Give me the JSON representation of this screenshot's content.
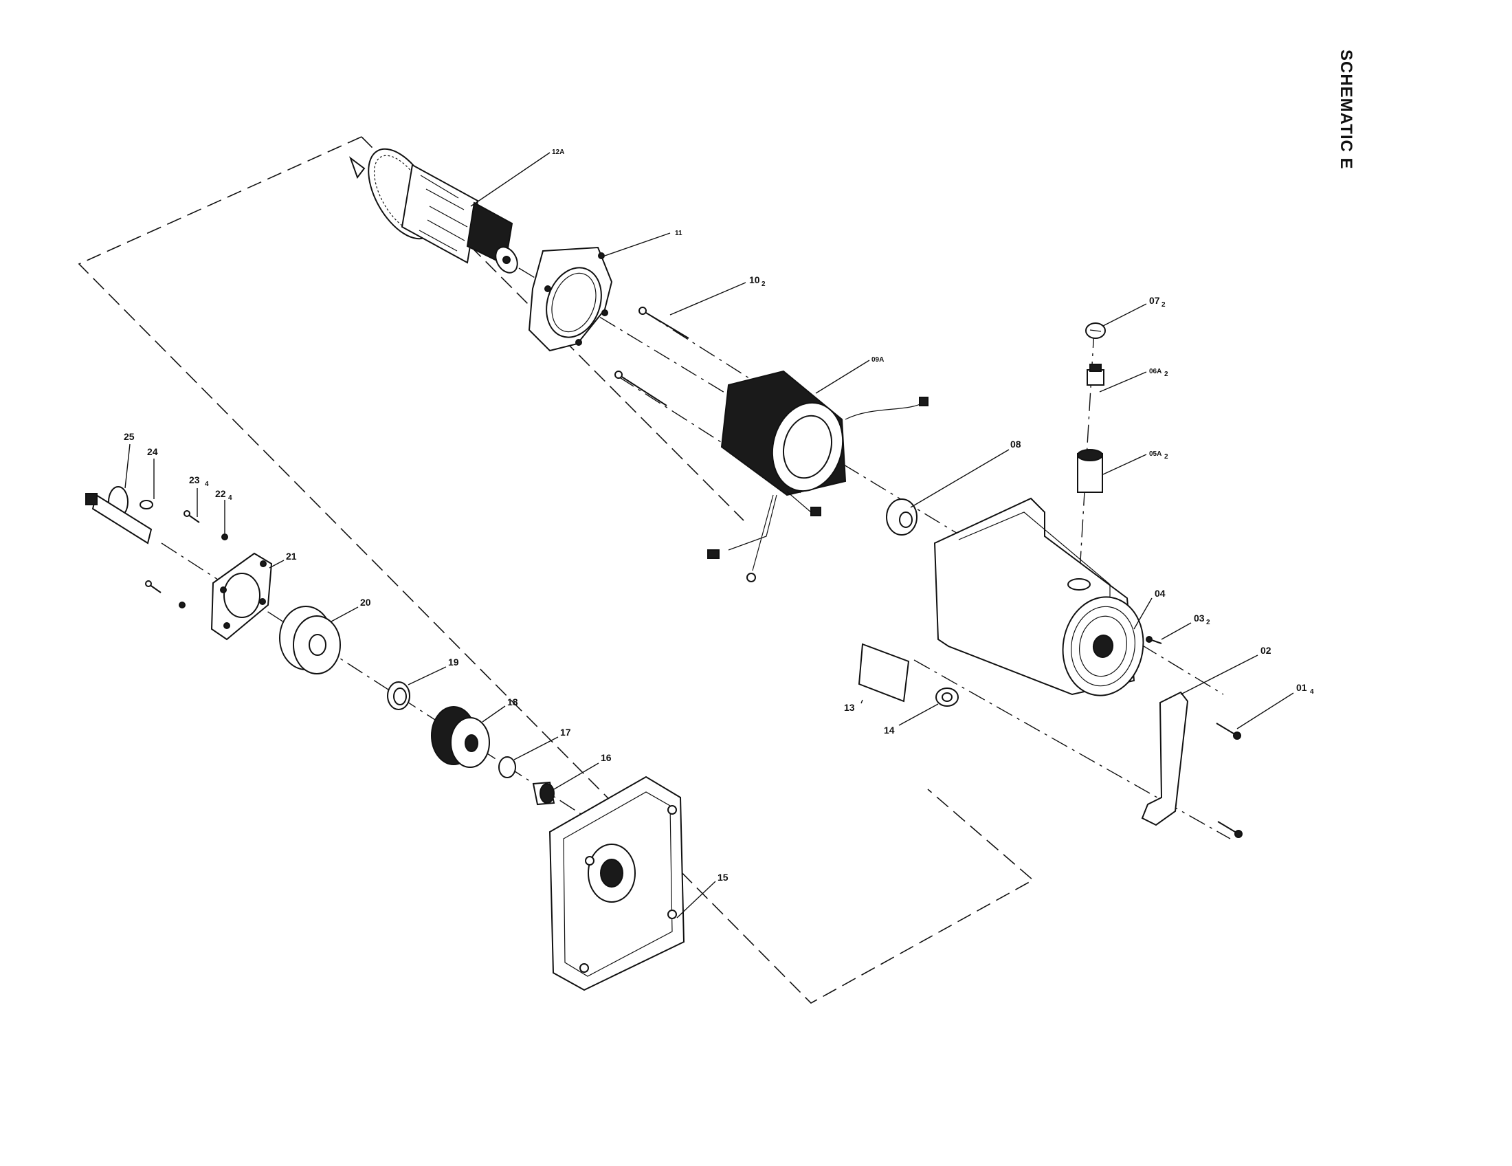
{
  "title": "SCHEMATIC E",
  "callouts": {
    "c12A": "12A",
    "c11": "11",
    "c10": "10",
    "c10_sub": "2",
    "c09A": "09A",
    "c07": "07",
    "c07_sub": "2",
    "c06A": "06A",
    "c06A_sub": "2",
    "c05A": "05A",
    "c05A_sub": "2",
    "c08": "08",
    "c04": "04",
    "c03": "03",
    "c03_sub": "2",
    "c02": "02",
    "c01": "01",
    "c01_sub": "4",
    "c13": "13",
    "c14": "14",
    "c15": "15",
    "c16": "16",
    "c17": "17",
    "c18": "18",
    "c19": "19",
    "c20": "20",
    "c21": "21",
    "c22": "22",
    "c22_sub": "4",
    "c23": "23",
    "c23_sub": "4",
    "c24": "24",
    "c25": "25"
  }
}
